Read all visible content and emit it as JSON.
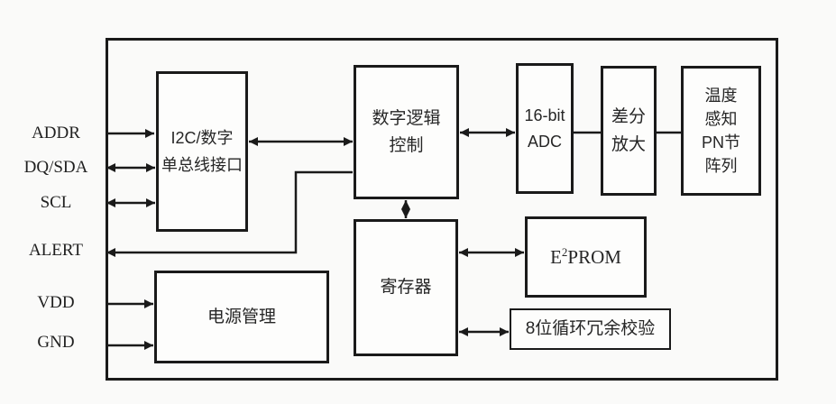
{
  "diagram": {
    "title": "temperature-sensor-chip-block-diagram",
    "pins": [
      {
        "id": "addr",
        "label": "ADDR"
      },
      {
        "id": "dqsda",
        "label": "DQ/SDA"
      },
      {
        "id": "scl",
        "label": "SCL"
      },
      {
        "id": "alert",
        "label": "ALERT"
      },
      {
        "id": "vdd",
        "label": "VDD"
      },
      {
        "id": "gnd",
        "label": "GND"
      }
    ],
    "blocks": {
      "i2c": {
        "lines": [
          "I2C/数字",
          "单总线接口"
        ]
      },
      "logic": {
        "lines": [
          "数字逻辑",
          "控制"
        ]
      },
      "adc": {
        "lines": [
          "16-bit",
          "ADC"
        ]
      },
      "diff_amp": {
        "lines": [
          "差分",
          "放大"
        ]
      },
      "pn_array": {
        "lines": [
          "温度",
          "感知",
          "PN节",
          "阵列"
        ]
      },
      "register": {
        "label": "寄存器"
      },
      "eeprom": {
        "label_base": "E",
        "label_sup": "2",
        "label_rest": "PROM"
      },
      "crc": {
        "label": "8位循环冗余校验"
      },
      "power": {
        "label": "电源管理"
      }
    },
    "colors": {
      "line": "#1a1a1a",
      "background": "#fafaf9",
      "box_fill": "#fdfdfc"
    }
  }
}
